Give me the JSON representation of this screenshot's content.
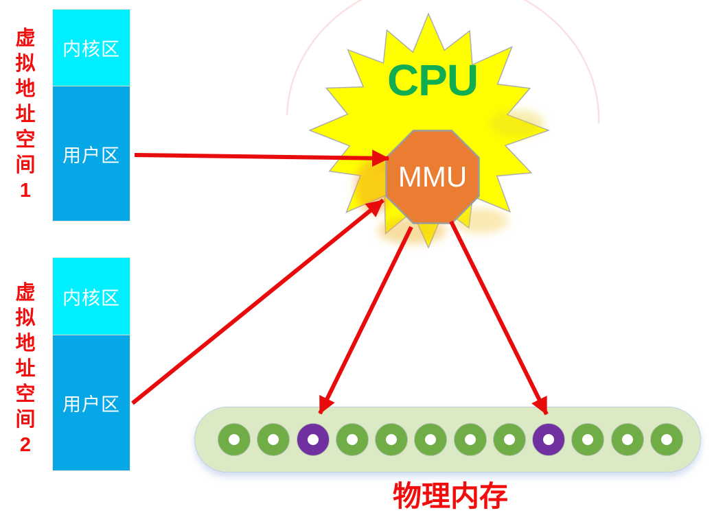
{
  "vas1": {
    "label": "虚拟地址空间1",
    "kernel_label": "内核区",
    "user_label": "用户区"
  },
  "vas2": {
    "label": "虚拟地址空间2",
    "kernel_label": "内核区",
    "user_label": "用户区"
  },
  "cpu": {
    "label": "CPU"
  },
  "mmu": {
    "label": "MMU"
  },
  "physical_memory": {
    "label": "物理内存",
    "cells": [
      "green",
      "green",
      "purple",
      "green",
      "green",
      "green",
      "green",
      "green",
      "purple",
      "green",
      "green",
      "green"
    ]
  },
  "colors": {
    "kernel_cyan": "#00EFFF",
    "user_blue": "#05A7E6",
    "label_red": "#F20D0D",
    "arrow_red": "#E80B0B",
    "star_yellow": "#FFFF00",
    "star_stroke": "#ADADAD",
    "cpu_green": "#10AD52",
    "mmu_orange": "#EB7D33",
    "mmu_stroke": "#9C9C9C",
    "bar_fill": "#DBEAC5",
    "bar_border": "#C2CFDE",
    "cell_green": "#70AD47",
    "cell_purple": "#7030A0"
  }
}
